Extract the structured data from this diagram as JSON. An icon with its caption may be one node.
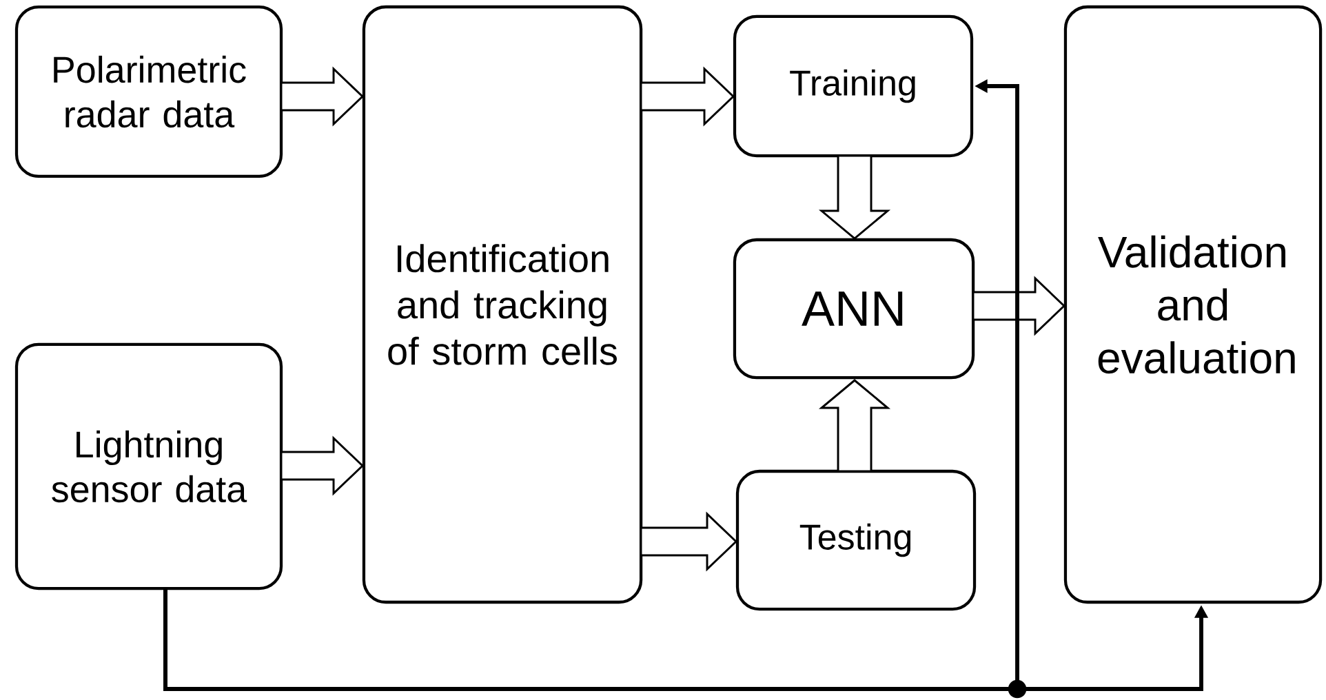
{
  "diagram": {
    "nodes": [
      {
        "text": [
          "Polarimetric radar data"
        ]
      },
      {
        "text": [
          "Lightning sensor data"
        ]
      },
      {
        "text": [
          "Identification and tracking of storm cells"
        ]
      },
      {
        "text": [
          "Training"
        ]
      },
      {
        "text": [
          "ANN"
        ]
      },
      {
        "text": [
          "Testing"
        ]
      },
      {
        "text": [
          "Validation and evaluation"
        ]
      }
    ],
    "edges": [
      {
        "from": 0,
        "to": 2,
        "arrow": "to"
      },
      {
        "from": 1,
        "to": 2,
        "arrow": "to"
      },
      {
        "from": 2,
        "to": 3,
        "arrow": "to"
      },
      {
        "from": 2,
        "to": 5,
        "arrow": "to"
      },
      {
        "from": 3,
        "to": 4,
        "arrow": "to"
      },
      {
        "from": 5,
        "to": 4,
        "arrow": "to"
      },
      {
        "from": 4,
        "to": 6,
        "arrow": "to"
      },
      {
        "from": 1,
        "to": 6,
        "arrow": "to"
      },
      {
        "from": 1,
        "to": 3,
        "arrow": "to"
      }
    ]
  }
}
